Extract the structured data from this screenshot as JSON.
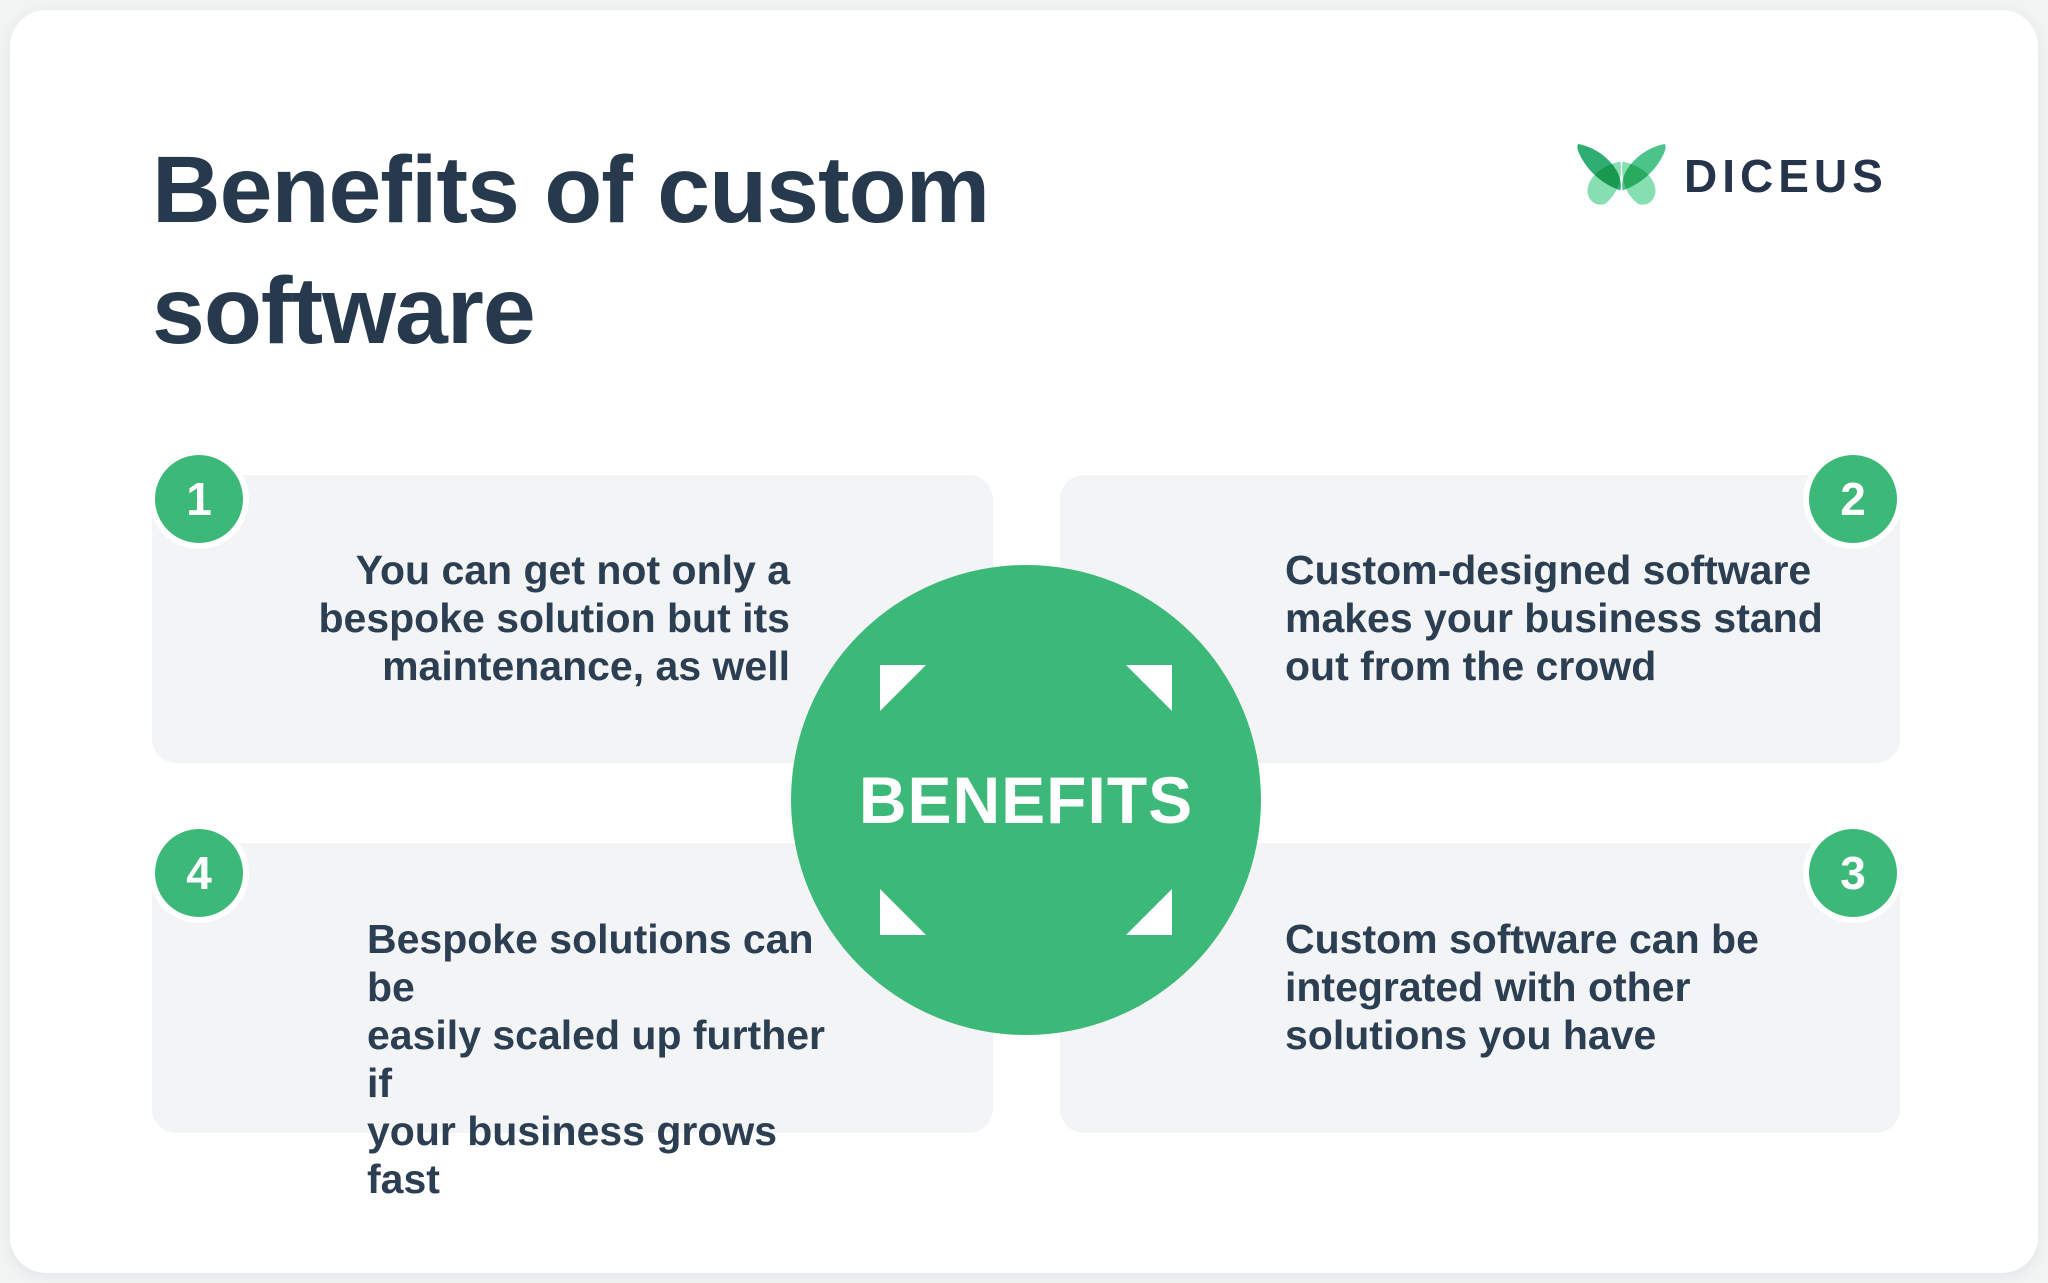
{
  "page": {
    "title": "Benefits of custom\nsoftware"
  },
  "brand": {
    "name": "DICEUS",
    "icon": "butterfly-logo-icon",
    "navy": "#25344a",
    "green_dark": "#2fae74",
    "green_mid": "#4cc489",
    "green_light": "#85dfb0"
  },
  "center": {
    "label": "BENEFITS",
    "color": "#3cb878",
    "corner_icon": "expand-corners-icon"
  },
  "cards": [
    {
      "number": "1",
      "text": "You can get not only a\nbespoke solution but its\nmaintenance, as well"
    },
    {
      "number": "2",
      "text": "Custom-designed software\nmakes your business stand\nout from the crowd"
    },
    {
      "number": "3",
      "text": "Custom software can be\nintegrated with other\nsolutions you have"
    },
    {
      "number": "4",
      "text": "Bespoke solutions can be\neasily scaled up further if\nyour business grows fast"
    }
  ],
  "colors": {
    "accent_green": "#3cb878",
    "text_navy": "#2c3e52",
    "title_navy": "#27394c",
    "card_gray": "#f3f4f5",
    "panel_white": "#ffffff"
  }
}
